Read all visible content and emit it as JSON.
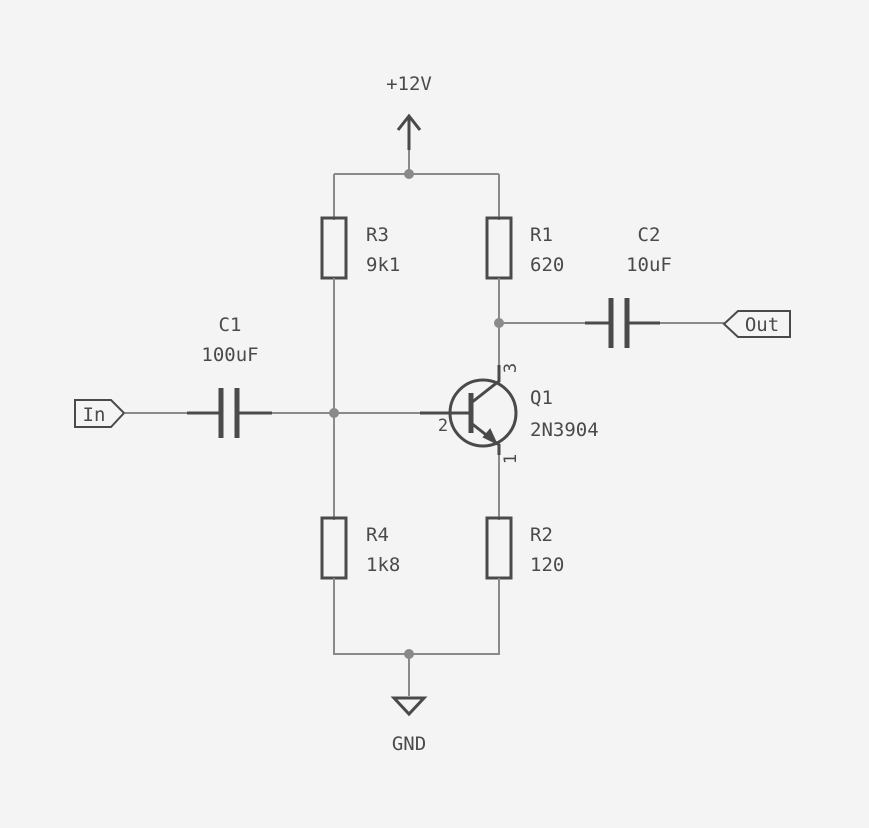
{
  "power": {
    "supply_label": "+12V",
    "ground_label": "GND"
  },
  "components": {
    "R1": {
      "ref": "R1",
      "value": "620"
    },
    "R2": {
      "ref": "R2",
      "value": "120"
    },
    "R3": {
      "ref": "R3",
      "value": "9k1"
    },
    "R4": {
      "ref": "R4",
      "value": "1k8"
    },
    "C1": {
      "ref": "C1",
      "value": "100uF"
    },
    "C2": {
      "ref": "C2",
      "value": "10uF"
    },
    "Q1": {
      "ref": "Q1",
      "value": "2N3904",
      "pins": {
        "collector": "3",
        "base": "2",
        "emitter": "1"
      }
    }
  },
  "ports": {
    "input": "In",
    "output": "Out"
  },
  "colors": {
    "background": "#f4f4f4",
    "wire": "#8a8a8a",
    "component": "#4a4a4a"
  }
}
